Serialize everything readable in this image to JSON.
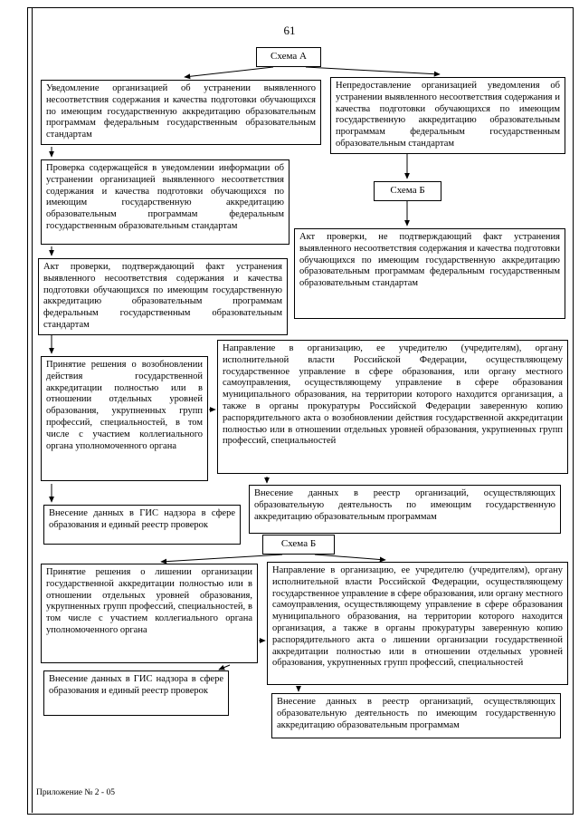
{
  "page": {
    "number": "61",
    "footer": "Приложение № 2 - 05"
  },
  "nodes": {
    "schema_a": "Схема А",
    "notification": "Уведомление организацией об устранении выявленного несоответствия содержания и качества подготовки обучающихся по имеющим государственную аккредитацию образовательным программам федеральным государственным образовательным стандартам",
    "no_notification": "Непредоставление организацией уведомления об устранении выявленного несоответствия содержания и качества подготовки обучающихся по имеющим государственную аккредитацию образовательным программам федеральным государственным образовательным стандартам",
    "check_info": "Проверка содержащейся в уведомлении информации об устранении организацией выявленного несоответствия содержания и качества подготовки обучающихся по имеющим государственную аккредитацию образовательным программам федеральным государственным образовательным стандартам",
    "schema_b_ref": "Схема Б",
    "act_not_confirming": "Акт проверки, не подтверждающий факт устранения выявленного несоответствия содержания и качества подготовки обучающихся по имеющим государственную аккредитацию образовательным программам федеральным государственным образовательным стандартам",
    "act_confirming": "Акт проверки, подтверждающий факт устранения выявленного несоответствия содержания и качества подготовки обучающихся по имеющим государственную аккредитацию образовательным программам федеральным государственным образовательным стандартам",
    "decision_resume": "Принятие решения о возобновлении действия государственной аккредитации полностью или в отношении отдельных уровней образования, укрупненных групп профессий, специальностей, в том числе с участием коллегиального органа уполномоченного органа",
    "send_resume_copy": "Направление в организацию, ее учредителю (учредителям), органу исполнительной власти Российской Федерации, осуществляющему государственное управление в сфере образования, или органу местного самоуправления, осуществляющему управление в сфере образования муниципального образования, на территории которого находится организация, а также в органы прокуратуры Российской Федерации заверенную копию распорядительного акта о возобновлении действия государственной аккредитации полностью или в отношении отдельных уровней образования, укрупненных групп профессий, специальностей",
    "registry_entry_1": "Внесение данных в реестр организаций, осуществляющих образовательную деятельность по имеющим государственную аккредитацию образовательным программам",
    "gis_entry_1": "Внесение данных в ГИС надзора в сфере образования и единый реестр проверок",
    "schema_b": "Схема Б",
    "decision_deprive": "Принятие решения о лишении организации государственной аккредитации полностью или в отношении отдельных уровней образования, укрупненных групп профессий, специальностей, в том числе с участием коллегиального органа уполномоченного органа",
    "send_deprive_copy": "Направление в организацию, ее учредителю (учредителям), органу исполнительной власти Российской Федерации, осуществляющему государственное управление в сфере образования, или органу местного самоуправления, осуществляющему управление в сфере образования муниципального образования, на территории которого находится организация, а также в органы прокуратуры заверенную копию распорядительного акта о лишении организации государственной аккредитации полностью или в отношении отдельных уровней образования, укрупненных групп профессий, специальностей",
    "gis_entry_2": "Внесение данных в ГИС надзора в сфере образования и единый реестр проверок",
    "registry_entry_2": "Внесение данных в реестр организаций, осуществляющих образовательную деятельность по имеющим государственную аккредитацию образовательным программам"
  }
}
